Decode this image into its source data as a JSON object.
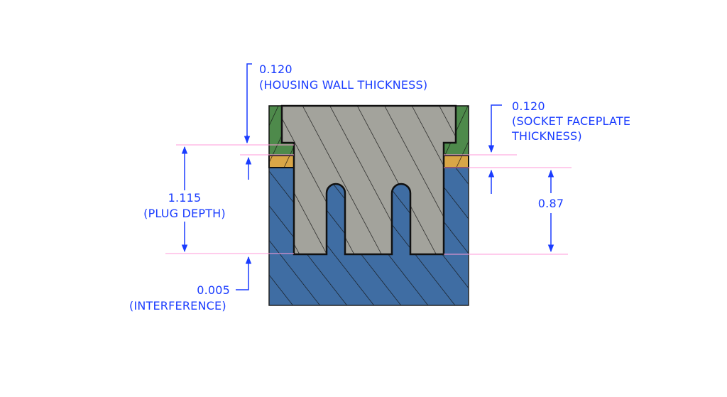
{
  "colors": {
    "dimension": "#1a3cff",
    "extension_line": "#ff9ad8",
    "plug_gray": "#a3a39c",
    "socket_blue": "#3f6da3",
    "housing_green": "#4e8a4b",
    "faceplate_orange": "#d9a647",
    "outline": "#111111"
  },
  "annotations": {
    "housing_wall": {
      "value": "0.120",
      "label": "(HOUSING WALL THICKNESS)"
    },
    "socket_faceplate": {
      "value": "0.120",
      "label_line1": "(SOCKET FACEPLATE",
      "label_line2": "THICKNESS)"
    },
    "plug_depth": {
      "value": "1.115",
      "label": "(PLUG DEPTH)"
    },
    "pin_depth": {
      "value": "0.87"
    },
    "interference": {
      "value": "0.005",
      "label": "(INTERFERENCE)"
    }
  },
  "parts": [
    {
      "name": "plug",
      "color": "gray"
    },
    {
      "name": "housing-wall",
      "color": "green"
    },
    {
      "name": "socket-faceplate",
      "color": "orange"
    },
    {
      "name": "socket-body",
      "color": "blue"
    }
  ]
}
